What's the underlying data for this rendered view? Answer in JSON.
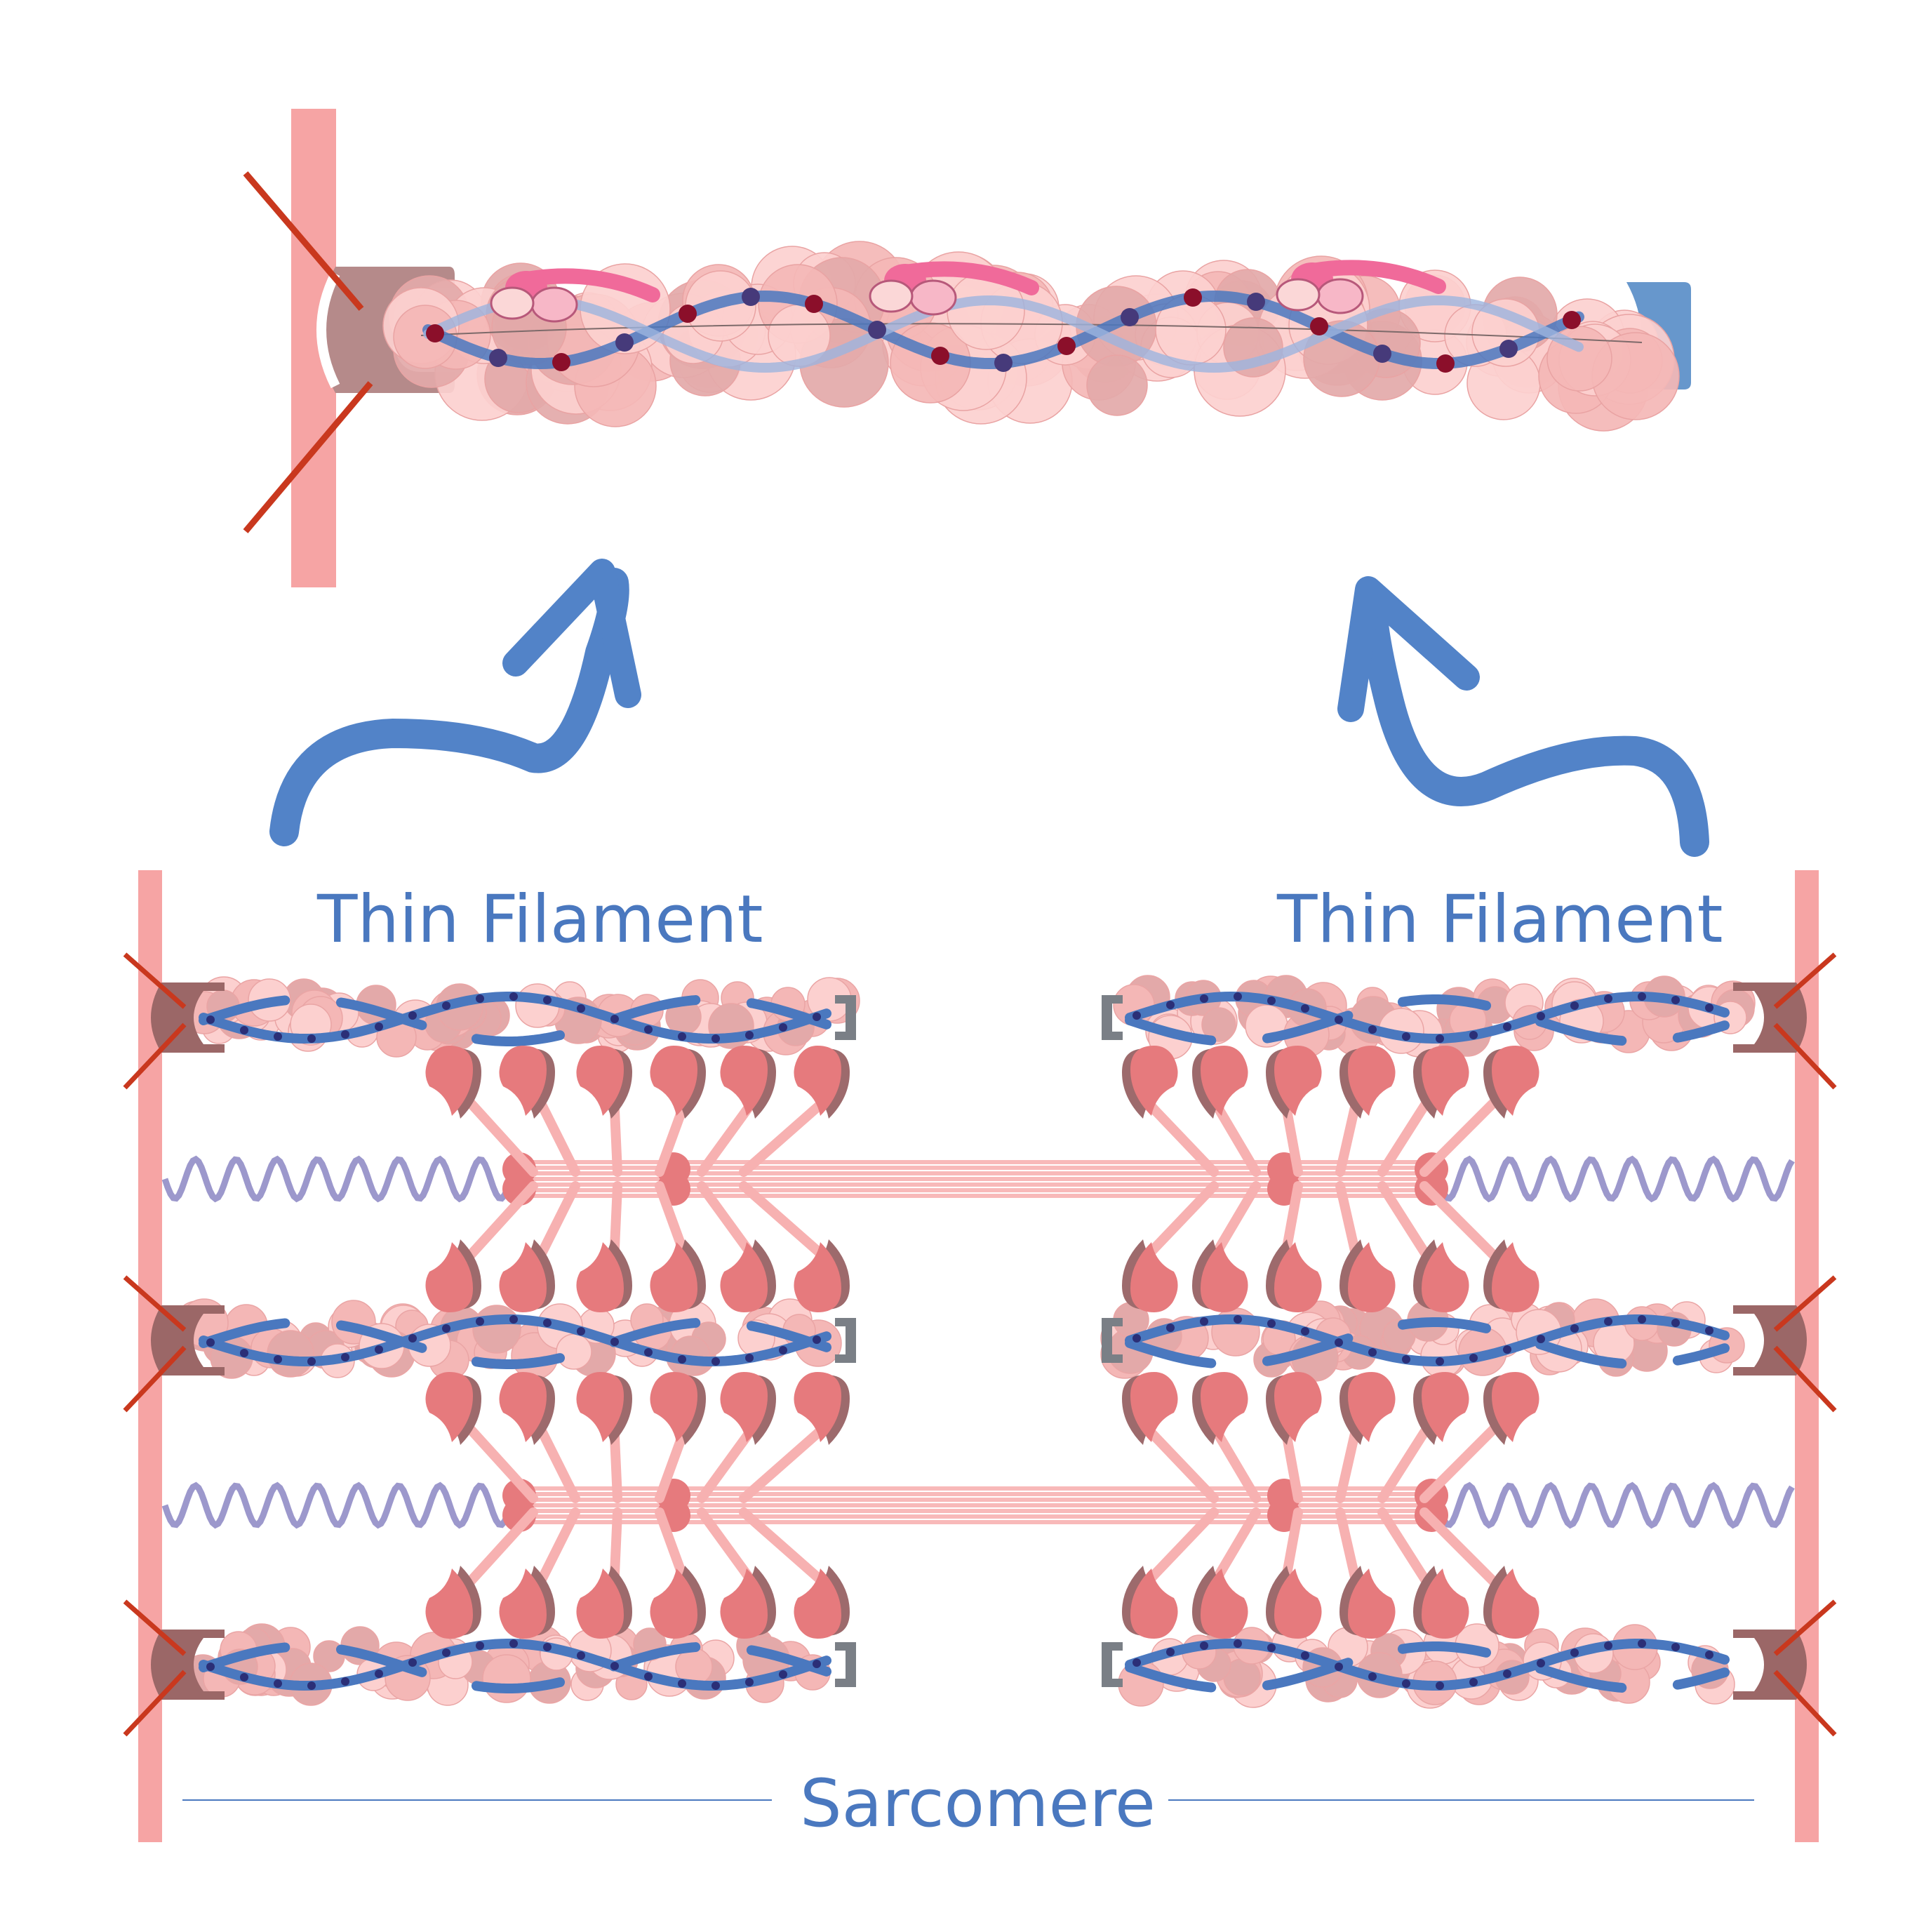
{
  "labels": {
    "thin_filament_left": "Thin Filament",
    "thin_filament_right": "Thin Filament",
    "sarcomere": "Sarcomere"
  },
  "colors": {
    "z_disc": "#f6a4a4",
    "z_line_cross": "#c9381e",
    "actin_light": "#fcd0cf",
    "actin_mid": "#f4b7b6",
    "actin_dark": "#e3a9a9",
    "tropomyosin": "#4a78bf",
    "tropomyosin_light": "#9cb4de",
    "troponin": "#f06a9a",
    "troponin_light": "#f7b7c7",
    "cap_z": "#b58a8a",
    "cap_z_dark": "#9b6767",
    "cap_tmod": "#6797cc",
    "cap_gray": "#7a7f86",
    "myosin_head": "#e67a7d",
    "myosin_shadow": "#9d6a6c",
    "myosin_tail": "#f7b1b1",
    "titin": "#9c98cc",
    "arrow": "#5283c8",
    "text": "#4a78bf"
  },
  "icons": [
    "z-disc-bar",
    "thin-filament",
    "thick-filament",
    "titin-spring",
    "curved-arrow"
  ]
}
